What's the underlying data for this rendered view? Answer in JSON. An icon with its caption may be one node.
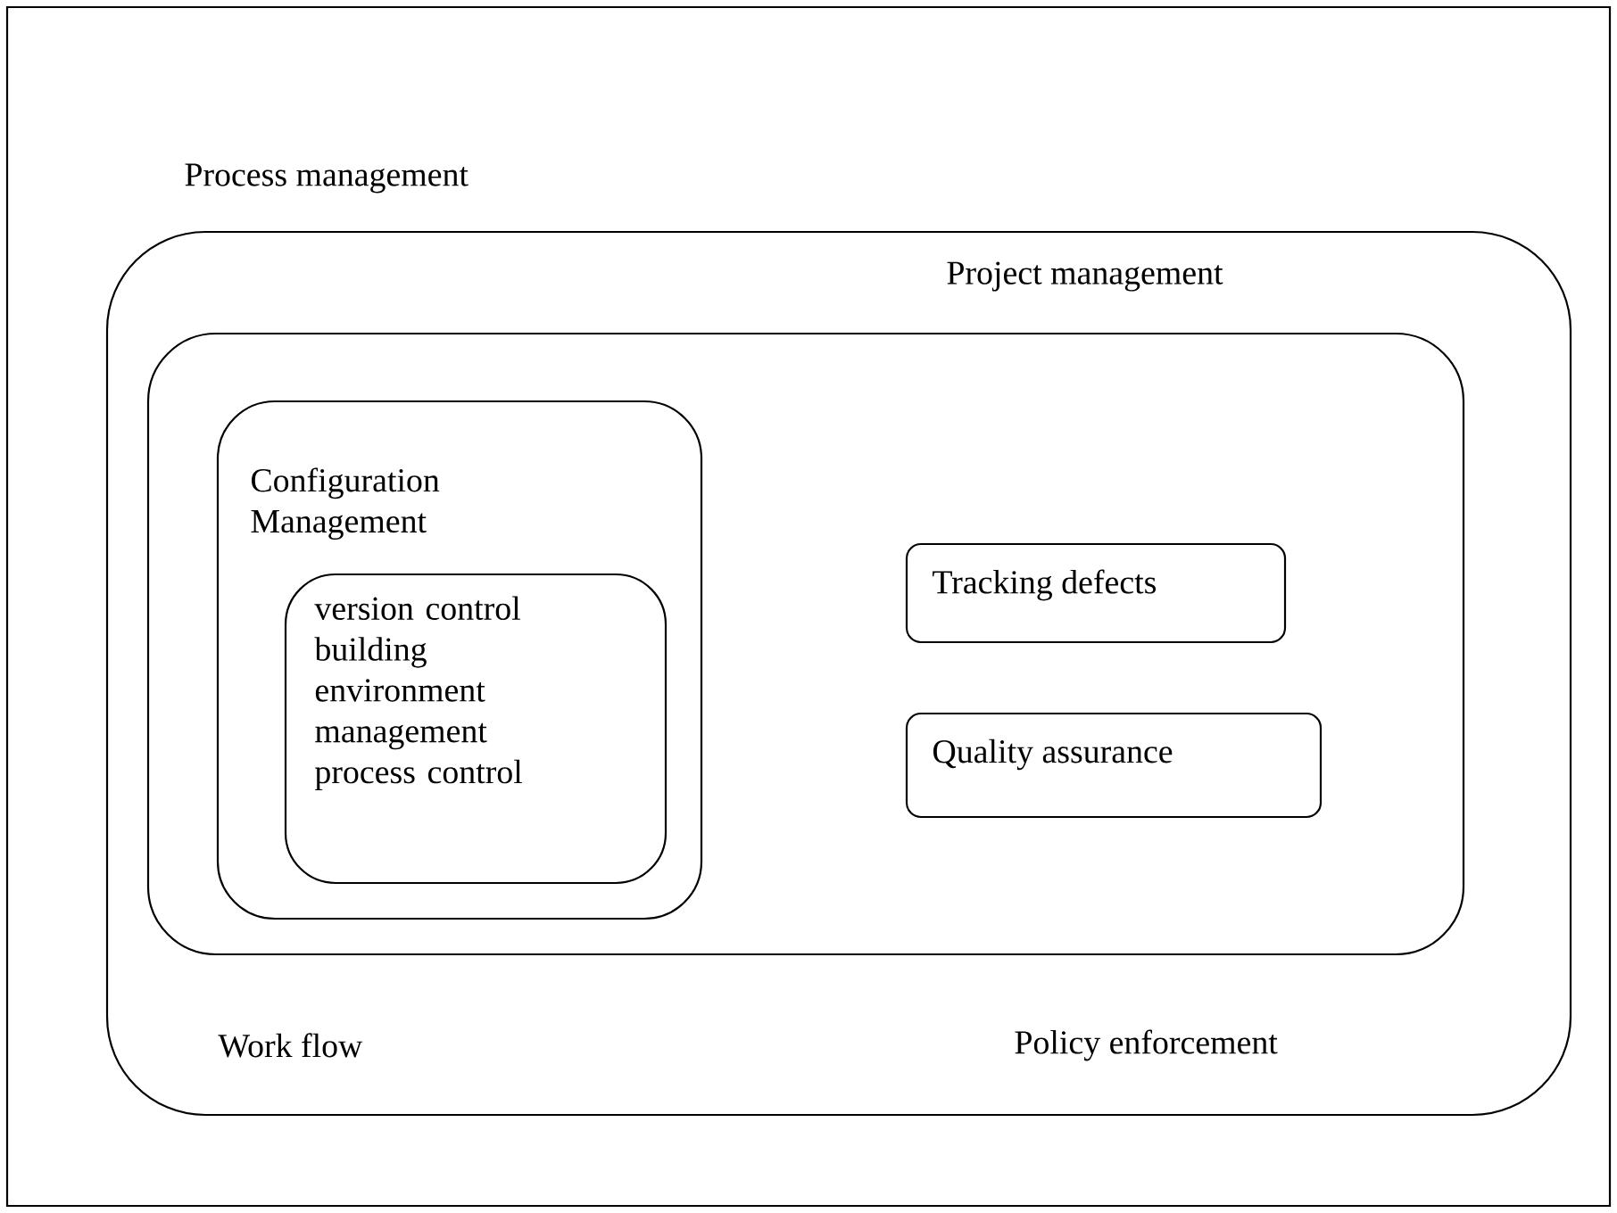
{
  "diagram": {
    "nodes": [
      {
        "text": [
          "Process management"
        ]
      },
      {
        "text": [
          "Work flow",
          "Policy enforcement"
        ],
        "in": 0
      },
      {
        "text": [
          "Project management"
        ],
        "in": 1
      },
      {
        "text": [
          "Configuration Management"
        ],
        "in": 2
      },
      {
        "text": [
          "version control building environment management process control"
        ],
        "in": 3
      },
      {
        "text": [
          "Tracking defects"
        ],
        "in": 2
      },
      {
        "text": [
          "Quality assurance"
        ],
        "in": 2
      }
    ]
  }
}
